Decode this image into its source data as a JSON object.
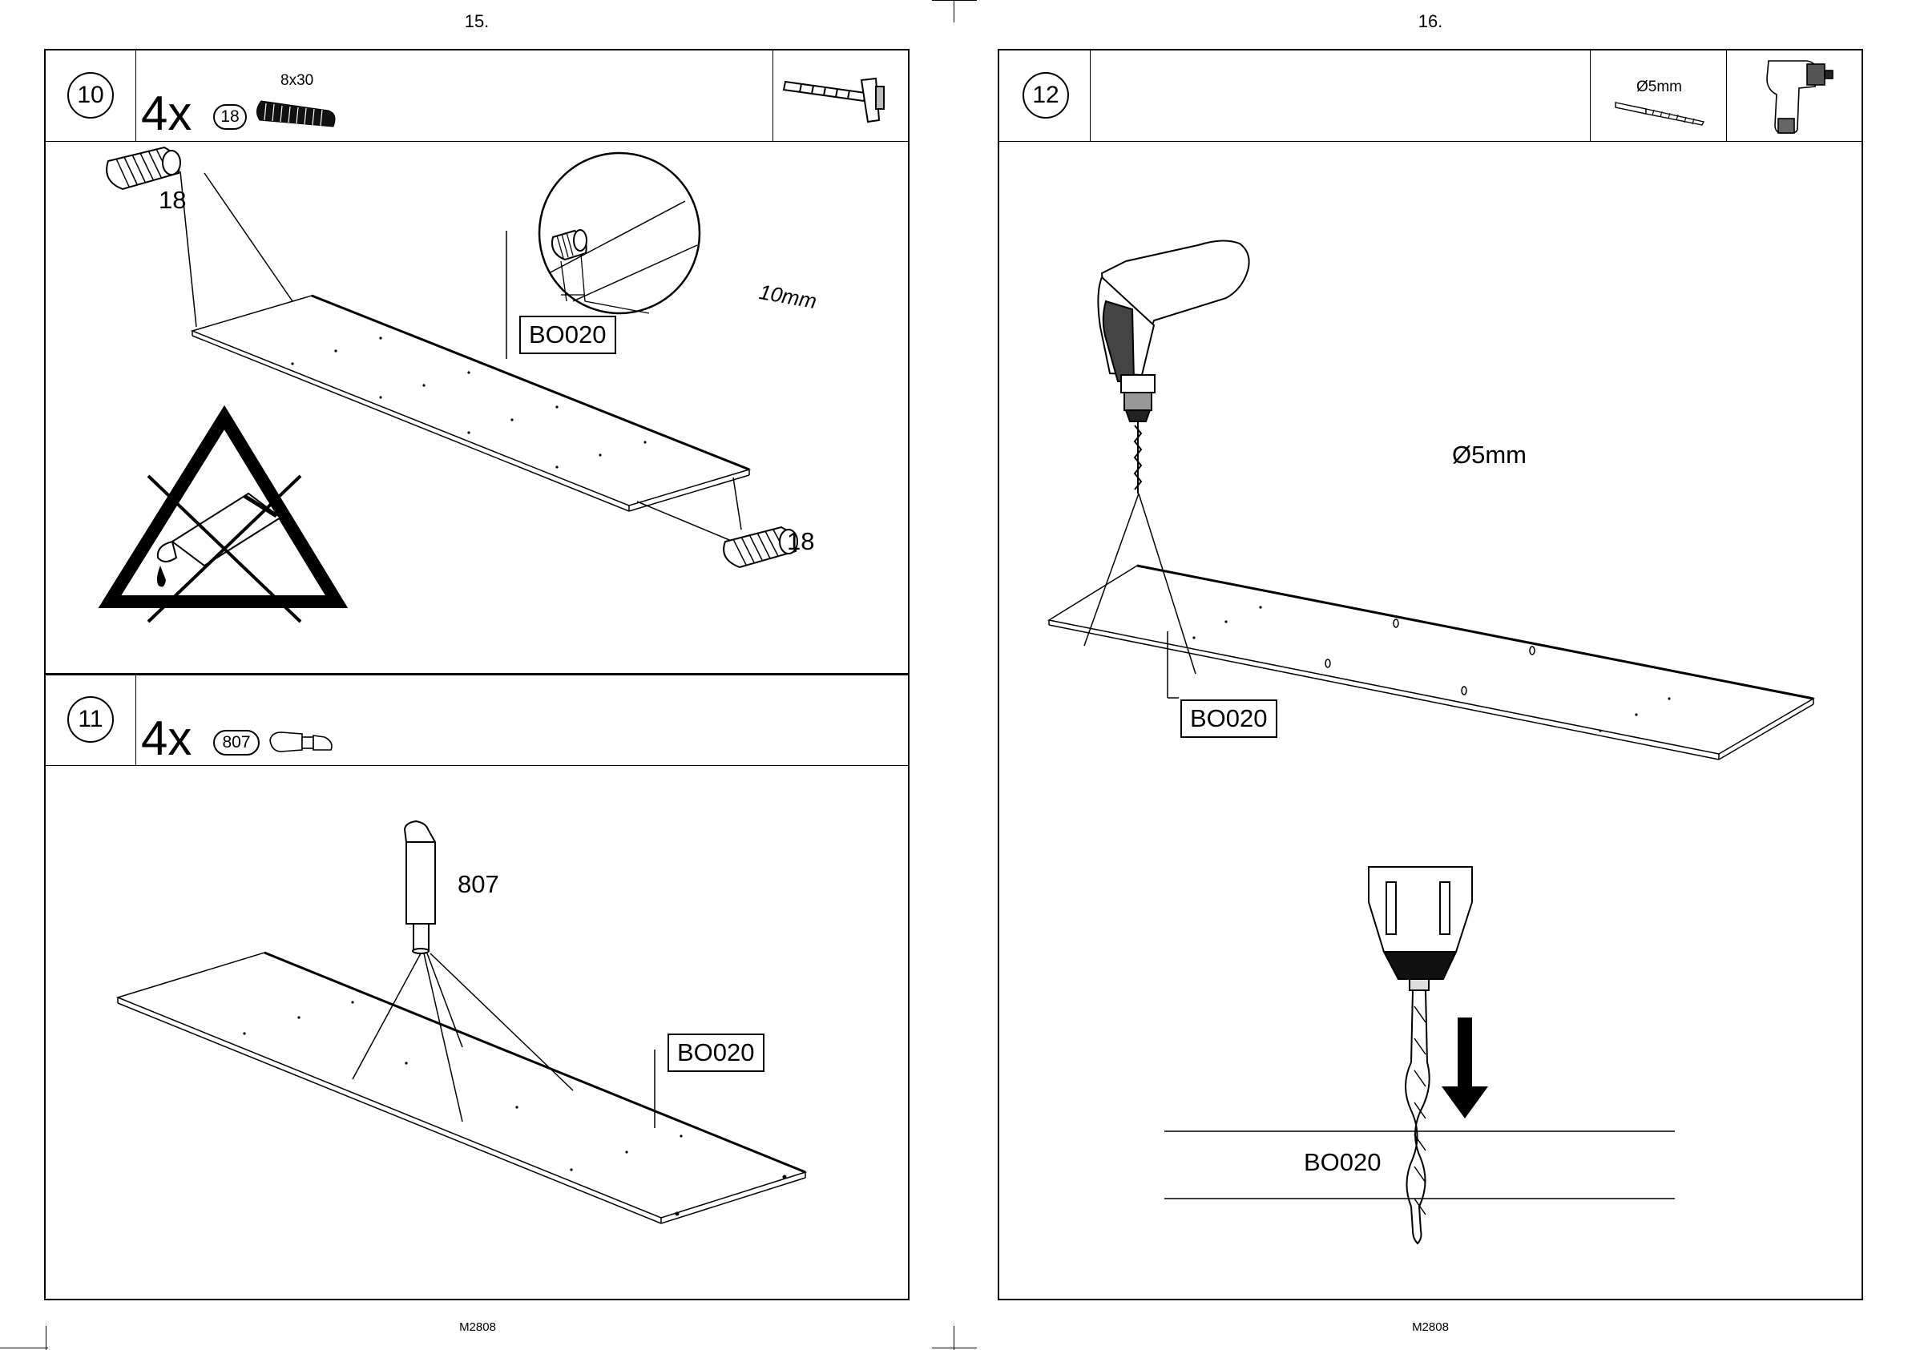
{
  "pages": {
    "left": {
      "page_number": "15.",
      "footer_code": "M2808"
    },
    "right": {
      "page_number": "16.",
      "footer_code": "M2808"
    }
  },
  "step10": {
    "step_number": "10",
    "quantity": "4x",
    "part_number": "18",
    "part_size": "8x30",
    "tool_icon": "hammer-icon",
    "label_dowel_a": "18",
    "label_dowel_b": "18",
    "depth_label": "10mm",
    "panel_code": "BO020",
    "warning_icon": "no-glue-icon"
  },
  "step11": {
    "step_number": "11",
    "quantity": "4x",
    "part_number": "807",
    "part_label": "807",
    "panel_code": "BO020"
  },
  "step12": {
    "step_number": "12",
    "bit_size_header": "Ø5mm",
    "bit_size_label": "Ø5mm",
    "tool_icons": [
      "drill-bit-icon",
      "cordless-drill-icon"
    ],
    "panel_code_top": "BO020",
    "panel_code_detail": "BO020"
  }
}
